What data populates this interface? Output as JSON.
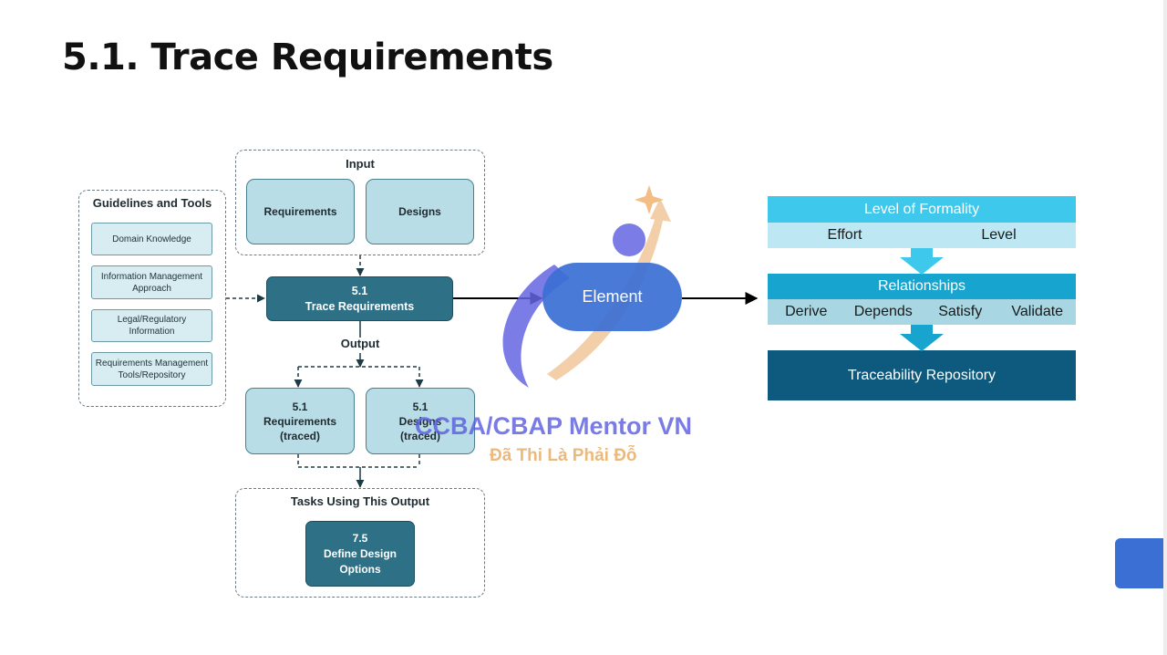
{
  "slide": {
    "title": "5.1. Trace Requirements"
  },
  "diagram": {
    "guidelines": {
      "label": "Guidelines and Tools",
      "items": [
        "Domain Knowledge",
        "Information Management\nApproach",
        "Legal/Regulatory\nInformation",
        "Requirements Management\nTools/Repository"
      ]
    },
    "input": {
      "label": "Input",
      "items": [
        "Requirements",
        "Designs"
      ]
    },
    "task": "5.1\nTrace Requirements",
    "output": {
      "label": "Output",
      "items": [
        "5.1\nRequirements\n(traced)",
        "5.1\nDesigns\n(traced)"
      ]
    },
    "tasks_using": {
      "label": "Tasks Using This Output",
      "task": "7.5\nDefine Design\nOptions"
    }
  },
  "element_label": "Element",
  "formality": {
    "header": "Level of Formality",
    "items": [
      "Effort",
      "Level"
    ],
    "relationships_header": "Relationships",
    "relationships": [
      "Derive",
      "Depends",
      "Satisfy",
      "Validate"
    ],
    "repository": "Traceability Repository"
  },
  "watermark": {
    "line1": "CCBA/CBAP Mentor VN",
    "line2": "Đã Thi Là Phải Đỗ"
  },
  "colors": {
    "accent_blue": "#3b6fd4",
    "teal_dark": "#2e7186",
    "cyan": "#3ec8ec",
    "navy": "#0e5a7e"
  }
}
